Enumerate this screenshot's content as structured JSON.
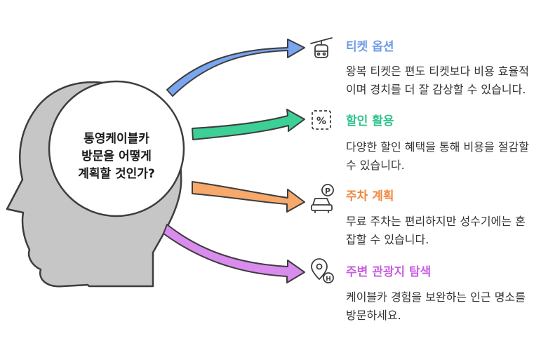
{
  "question": {
    "lines": [
      "통영케이블카",
      "방문을 어떻게",
      "계획할 것인가?"
    ]
  },
  "items": [
    {
      "title": "티켓 옵션",
      "description": "왕복 티켓은 편도 티켓보다 비용 효율적이며 경치를 더 잘 감상할 수 있습니다.",
      "icon": "cable-car-icon",
      "color": "#6f9be8"
    },
    {
      "title": "할인 활용",
      "description": "다양한 할인 혜택을 통해 비용을 절감할 수 있습니다.",
      "icon": "discount-percent-icon",
      "color": "#2fc48d"
    },
    {
      "title": "주차 계획",
      "description": "무료 주차는 편리하지만 성수기에는 혼잡할 수 있습니다.",
      "icon": "parking-car-icon",
      "color": "#f0883e"
    },
    {
      "title": "주변 관광지 탐색",
      "description": "케이블카 경험을 보완하는 인근 명소를 방문하세요.",
      "icon": "map-pin-hotel-icon",
      "color": "#c85ee0"
    }
  ]
}
